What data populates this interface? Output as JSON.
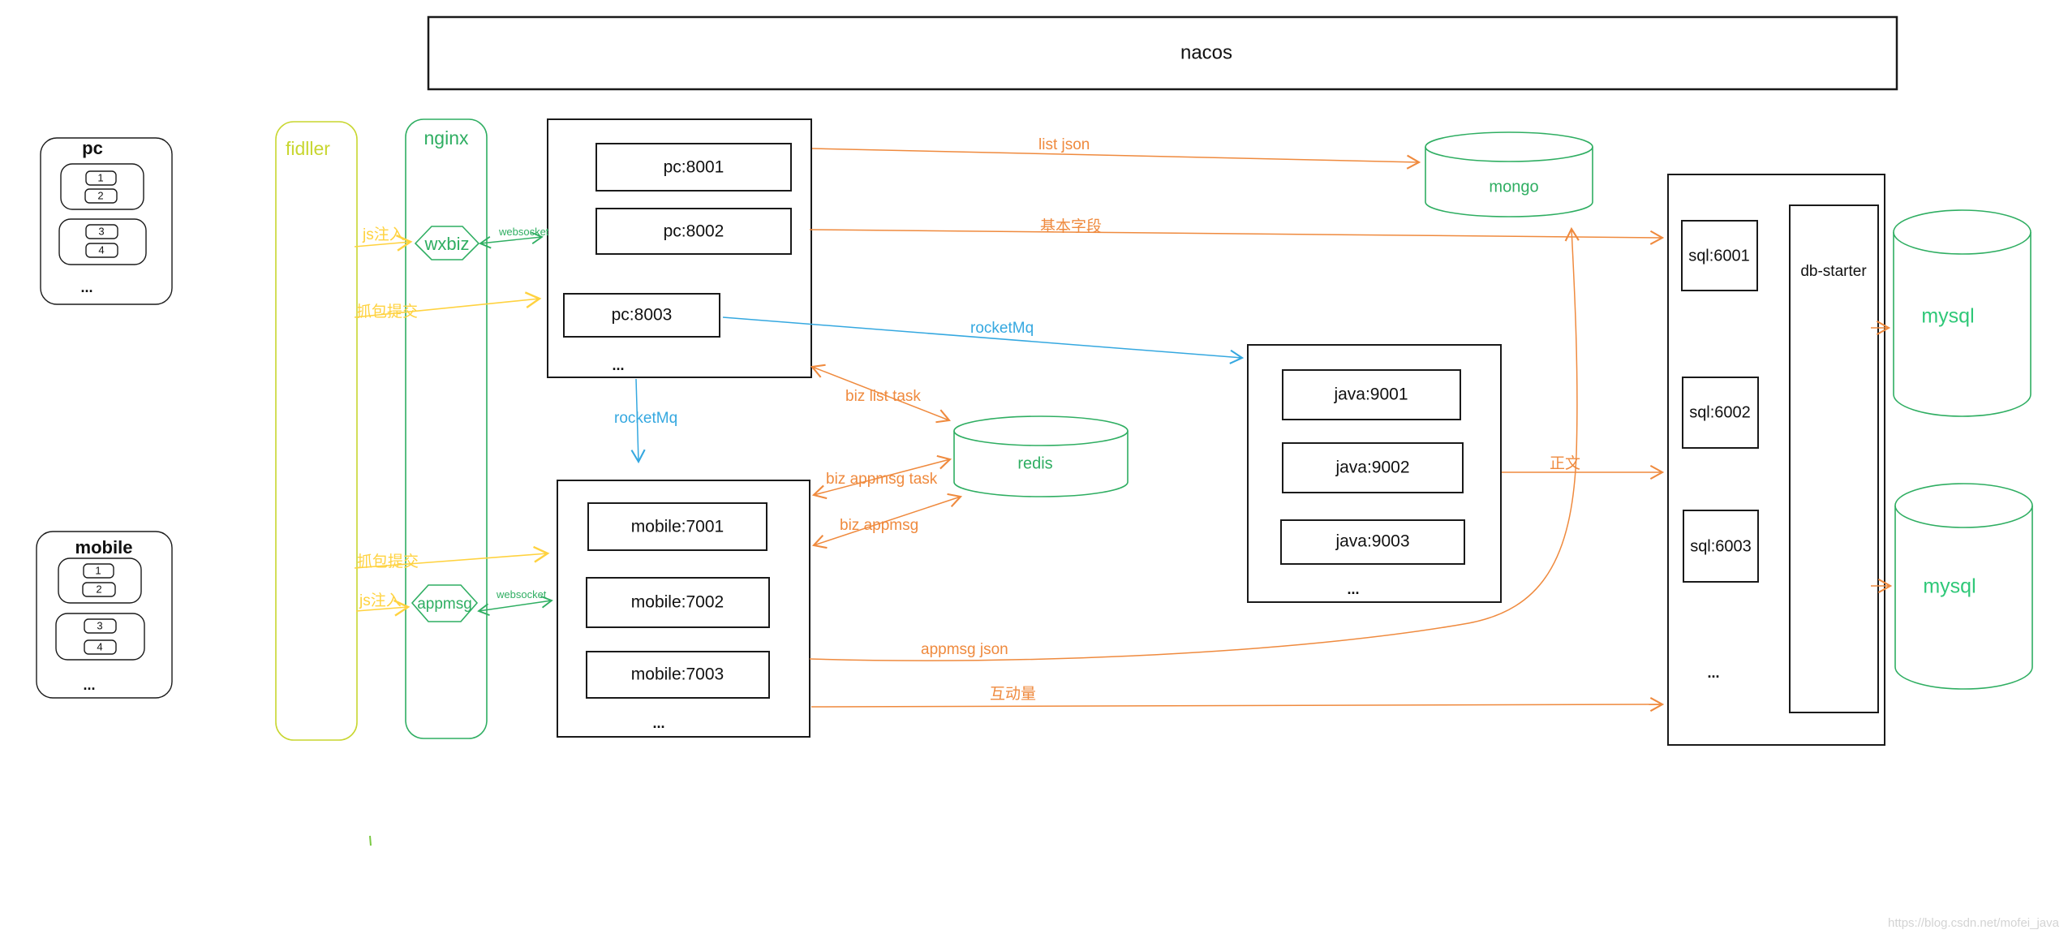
{
  "diagram": {
    "title_box": "nacos",
    "clients": {
      "pc": {
        "title": "pc",
        "items": [
          "1",
          "2",
          "3",
          "4"
        ],
        "more": "..."
      },
      "mobile": {
        "title": "mobile",
        "items": [
          "1",
          "2",
          "3",
          "4"
        ],
        "more": "..."
      }
    },
    "proxy": {
      "fiddler": "fidller",
      "nginx": "nginx",
      "wxbiz": "wxbiz",
      "appmsg": "appmsg"
    },
    "services": {
      "pc": {
        "nodes": [
          "pc:8001",
          "pc:8002",
          "pc:8003"
        ],
        "more": "..."
      },
      "mobile": {
        "nodes": [
          "mobile:7001",
          "mobile:7002",
          "mobile:7003"
        ],
        "more": "..."
      },
      "java": {
        "nodes": [
          "java:9001",
          "java:9002",
          "java:9003"
        ],
        "more": "..."
      },
      "sql": {
        "nodes": [
          "sql:6001",
          "sql:6002",
          "sql:6003"
        ],
        "more": "...",
        "db_starter": "db-starter"
      }
    },
    "storage": {
      "mongo": "mongo",
      "redis": "redis",
      "mysql_top": "mysql",
      "mysql_bottom": "mysql"
    },
    "edges": {
      "js_inject_pc": "js注入",
      "capture_submit_pc": "抓包提交",
      "websocket_pc": "websocket",
      "capture_submit_mobile": "抓包提交",
      "js_inject_mobile": "js注入",
      "websocket_mobile": "websocket",
      "list_json": "list json",
      "basic_fields": "基本字段",
      "rocketmq_to_java": "rocketMq",
      "rocketmq_to_mobile": "rocketMq",
      "biz_list_task": "biz list task",
      "biz_appmsg_task": "biz appmsg task",
      "biz_appmsg": "biz appmsg",
      "appmsg_json": "appmsg json",
      "interaction": "互动量",
      "content": "正文"
    },
    "watermark": "https://blog.csdn.net/mofei_java",
    "colors": {
      "orange": "#ef8a3e",
      "yellow": "#ffd23f",
      "yellow_green": "#c8d62f",
      "green": "#2fae62",
      "blue": "#35a8e0",
      "black": "#1a1a1a"
    }
  }
}
